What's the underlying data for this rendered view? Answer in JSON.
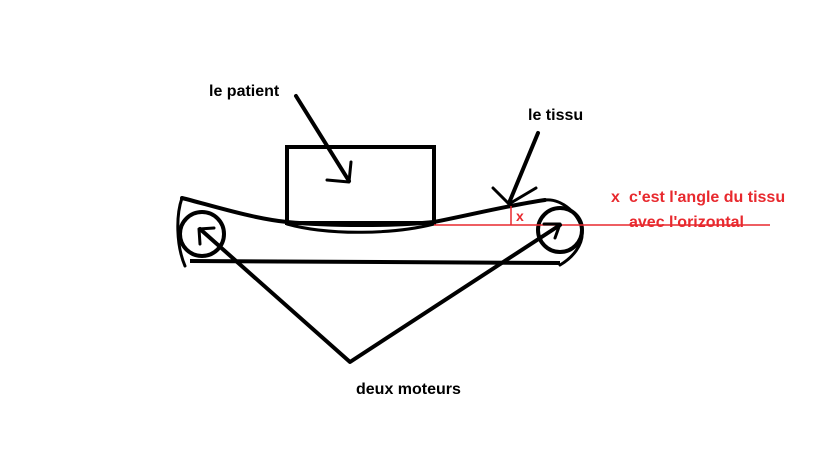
{
  "labels": {
    "patient": "le patient",
    "tissu": "le tissu",
    "moteurs": "deux moteurs",
    "angle_marker": "x",
    "angle_small": "x",
    "angle_line1": "c'est l'angle du tissu",
    "angle_line2": "avec l'orizontal"
  },
  "colors": {
    "ink": "#000000",
    "annotation": "#e8292e",
    "background": "#ffffff"
  }
}
